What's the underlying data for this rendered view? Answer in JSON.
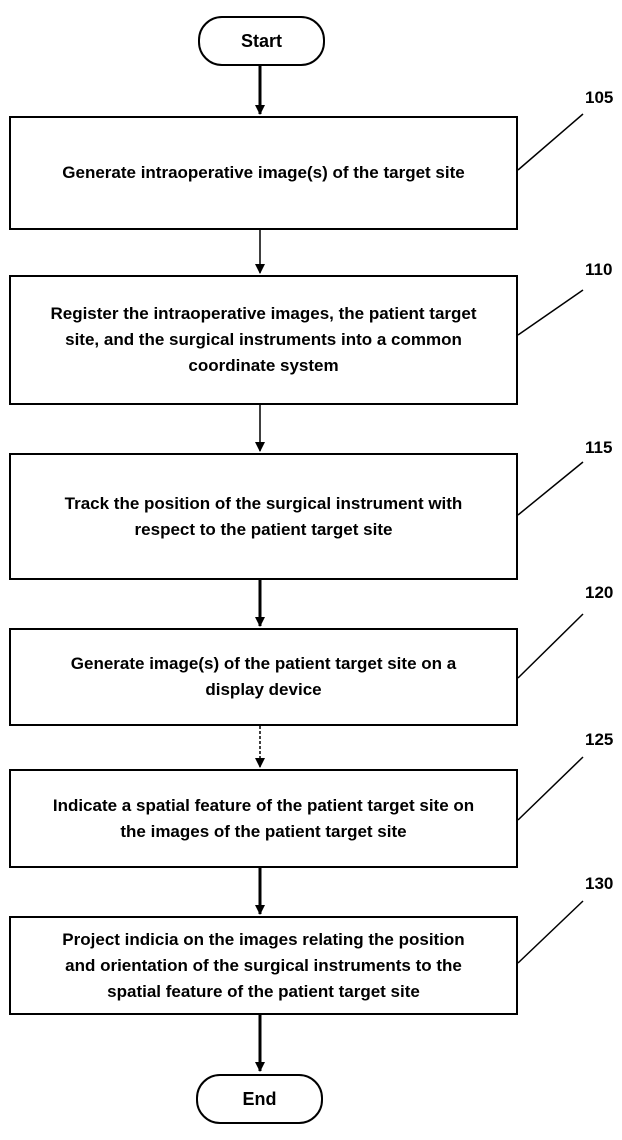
{
  "start_label": "Start",
  "end_label": "End",
  "steps": [
    {
      "ref": "105",
      "text": "Generate intraoperative image(s) of the target site"
    },
    {
      "ref": "110",
      "text": "Register the intraoperative images, the patient target\nsite, and the surgical instruments into a common\ncoordinate system"
    },
    {
      "ref": "115",
      "text": "Track the position of the surgical instrument with\nrespect to the patient target site"
    },
    {
      "ref": "120",
      "text": "Generate image(s) of the patient target site on a\ndisplay device"
    },
    {
      "ref": "125",
      "text": "Indicate a spatial feature of the patient target site on\nthe images of the patient target site"
    },
    {
      "ref": "130",
      "text": "Project indicia on the images relating the position\nand orientation of the surgical instruments to the\nspatial feature of the patient target site"
    }
  ]
}
